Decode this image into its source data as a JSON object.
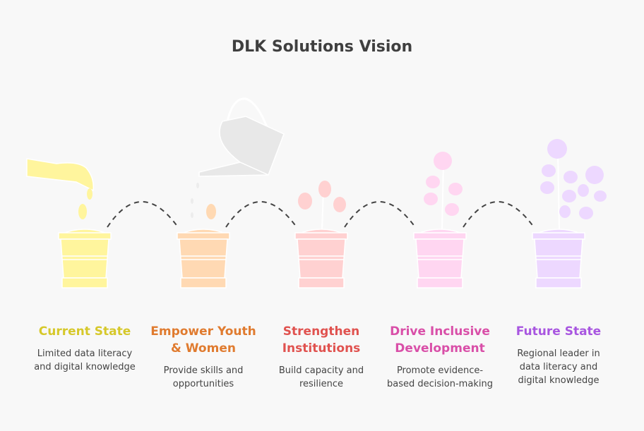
{
  "title": "DLK Solutions Vision",
  "stages": [
    {
      "title": "Current State",
      "description": "Limited data literacy and digital knowledge",
      "color": "#d6c82a",
      "pot_color": "#fff59d"
    },
    {
      "title": "Empower Youth & Women",
      "description": "Provide skills and opportunities",
      "color": "#e07b2f",
      "pot_color": "#ffd9b3"
    },
    {
      "title": "Strengthen Institutions",
      "description": "Build capacity and resilience",
      "color": "#e0524f",
      "pot_color": "#ffd1d1"
    },
    {
      "title": "Drive Inclusive Development",
      "description": "Promote evidence-based decision-making",
      "color": "#d94fa8",
      "pot_color": "#ffd6f1"
    },
    {
      "title": "Future State",
      "description": "Regional leader in data literacy and digital knowledge",
      "color": "#a856e0",
      "pot_color": "#edd8ff"
    }
  ]
}
